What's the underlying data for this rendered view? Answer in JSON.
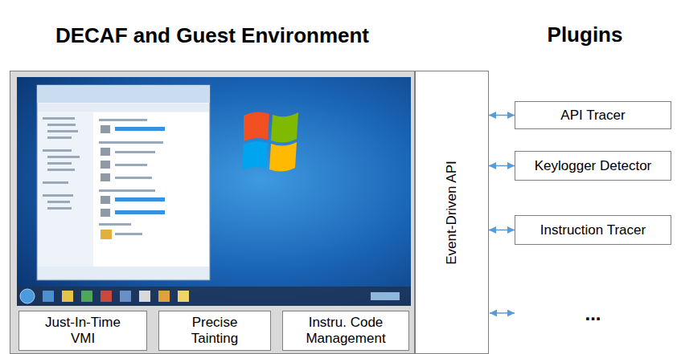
{
  "diagram": {
    "nodes": [
      {
        "text": [
          "DECAF and Guest Environment"
        ]
      },
      {
        "text": [
          "Just-In-Time VMI"
        ],
        "in": 0
      },
      {
        "text": [
          "Precise Tainting"
        ],
        "in": 0
      },
      {
        "text": [
          "Instru. Code Management"
        ],
        "in": 0
      },
      {
        "text": [
          "Event-Driven API"
        ]
      },
      {
        "text": [
          "API Tracer"
        ]
      },
      {
        "text": [
          "Keylogger Detector"
        ]
      },
      {
        "text": [
          "Instruction Tracer"
        ]
      }
    ],
    "edges": [
      {
        "from": 4,
        "to": 5,
        "arrow": "both"
      },
      {
        "from": 4,
        "to": 6,
        "arrow": "both"
      },
      {
        "from": 4,
        "to": 7,
        "arrow": "both"
      }
    ],
    "labels": [
      "Plugins",
      "..."
    ]
  }
}
